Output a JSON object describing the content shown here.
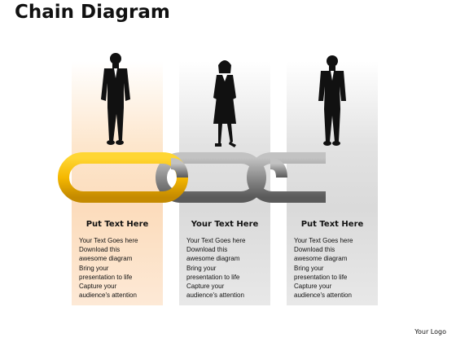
{
  "title": "Chain Diagram",
  "columns": [
    {
      "heading": "Put Text Here",
      "lines": [
        "Your Text Goes here",
        "Download this",
        "awesome diagram",
        "Bring your",
        "presentation to life",
        "Capture your",
        "audience's attention"
      ],
      "link_color": "#f5b800"
    },
    {
      "heading": "Your Text Here",
      "lines": [
        "Your Text Goes here",
        "Download this",
        "awesome diagram",
        "Bring your",
        "presentation to life",
        "Capture your",
        "audience's attention"
      ],
      "link_color": "#8c8c8c"
    },
    {
      "heading": "Put Text Here",
      "lines": [
        "Your Text Goes here",
        "Download this",
        "awesome diagram",
        "Bring your",
        "presentation to life",
        "Capture your",
        "audience's attention"
      ],
      "link_color": "#8c8c8c"
    }
  ],
  "logo": "Your Logo",
  "colors": {
    "accent_panel": "#fde6cc",
    "neutral_panel": "#e0e0e0",
    "gold_link": "#f5b800",
    "gray_link": "#8c8c8c"
  },
  "icons": [
    "businessman-silhouette",
    "businesswoman-silhouette",
    "businessman-silhouette",
    "chain-link"
  ]
}
